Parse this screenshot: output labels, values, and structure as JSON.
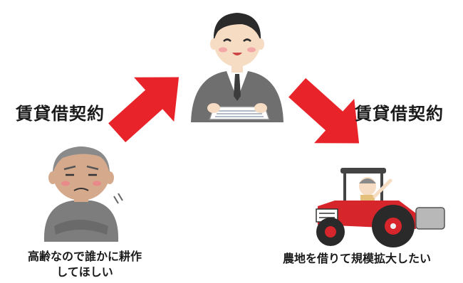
{
  "labels": {
    "contract_left": "賃貸借契約",
    "contract_right": "賃貸借契約",
    "caption_elderly_line1": "高齢なので誰かに耕作",
    "caption_elderly_line2": "してほしい",
    "caption_farmer": "農地を借りて規模拡大したい"
  },
  "colors": {
    "arrow": "#e8242a",
    "suit": "#6f6f6f",
    "hair": "#2a2a2a",
    "skin": "#f7dcc4",
    "elder_skin": "#d5a98c",
    "tractor": "#d6262b"
  },
  "figures": [
    "businessman-with-document",
    "elderly-farmer",
    "young-farmer-on-tractor"
  ]
}
